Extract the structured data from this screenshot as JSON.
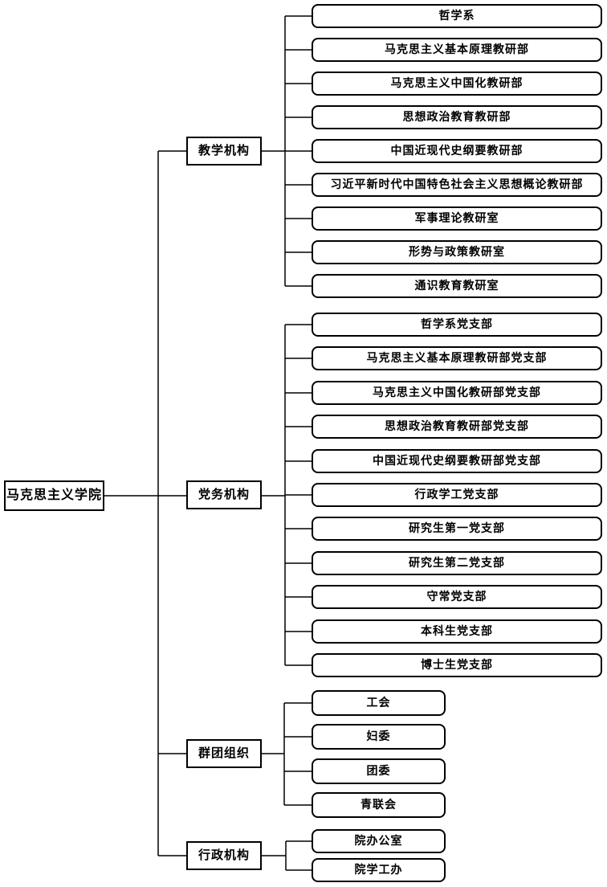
{
  "chart_data": {
    "type": "org-tree",
    "title": "",
    "root": {
      "label": "马克思主义学院"
    },
    "groups": [
      {
        "label": "教学机构",
        "children": [
          "哲学系",
          "马克思主义基本原理教研部",
          "马克思主义中国化教研部",
          "思想政治教育教研部",
          "中国近现代史纲要教研部",
          "习近平新时代中国特色社会主义思想概论教研部",
          "军事理论教研室",
          "形势与政策教研室",
          "通识教育教研室"
        ]
      },
      {
        "label": "党务机构",
        "children": [
          "哲学系党支部",
          "马克思主义基本原理教研部党支部",
          "马克思主义中国化教研部党支部",
          "思想政治教育教研部党支部",
          "中国近现代史纲要教研部党支部",
          "行政学工党支部",
          "研究生第一党支部",
          "研究生第二党支部",
          "守常党支部",
          "本科生党支部",
          "博士生党支部"
        ]
      },
      {
        "label": "群团组织",
        "children": [
          "工会",
          "妇委",
          "团委",
          "青联会"
        ]
      },
      {
        "label": "行政机构",
        "children": [
          "院办公室",
          "院学工办"
        ]
      }
    ],
    "colors": {
      "line": "#000000",
      "box_border": "#000000",
      "box_fill": "#ffffff",
      "text": "#000000"
    }
  }
}
